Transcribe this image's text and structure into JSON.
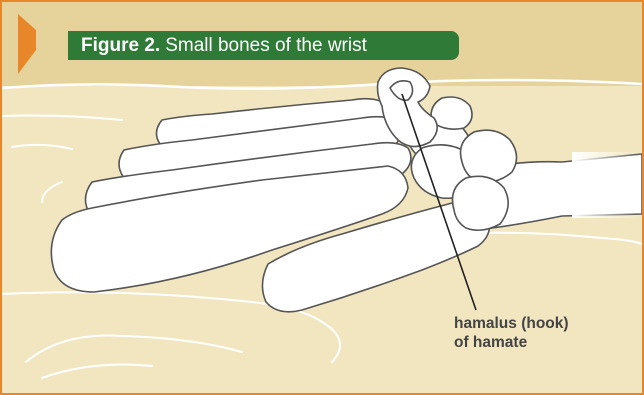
{
  "figure": {
    "label": "Figure 2.",
    "title": "Small bones of the wrist"
  },
  "annotation": {
    "line1": "hamalus (hook)",
    "line2": "of hamate"
  },
  "colors": {
    "background": "#f2e6c0",
    "band": "#e6d39b",
    "frame": "#e8862a",
    "header": "#2e7a36",
    "bone_fill": "#ffffff",
    "bone_outline": "#555555",
    "pointer_line": "#222222"
  },
  "icons": [
    "orange-chevron-icon"
  ]
}
